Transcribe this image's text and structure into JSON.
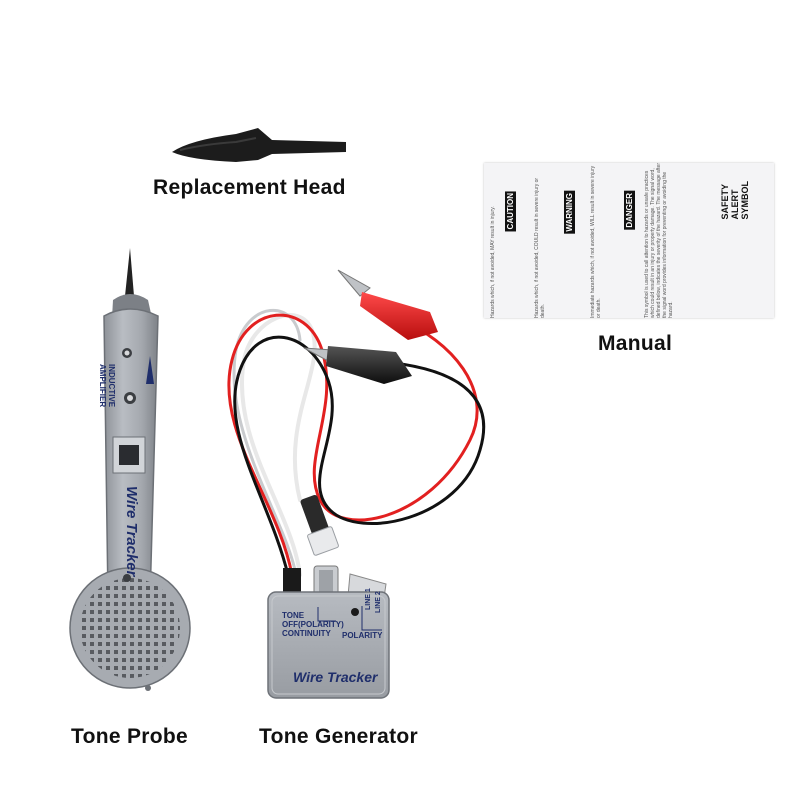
{
  "captions": {
    "replacement_head": "Replacement Head",
    "manual": "Manual",
    "tone_probe": "Tone Probe",
    "tone_generator": "Tone Generator"
  },
  "manual_sheet": {
    "symbol": "SAFETY\nALERT\nSYMBOL",
    "danger": "DANGER",
    "warning": "WARNING",
    "caution": "CAUTION",
    "intro_text": "This symbol is used to call attention to hazards or unsafe practices which could result in an injury or property damage. The signal word, defined below, indicates the severity of the hazard. The message after the signal word provides information for preventing or avoiding the hazard.",
    "danger_text": "Immediate hazards which, if not avoided, WILL result in severe injury or death.",
    "warning_text": "Hazards which, if not avoided, COULD result in severe injury or death.",
    "caution_text": "Hazards which, if not avoided, MAY result in injury."
  },
  "tone_probe": {
    "label_line1": "INDUCTIVE",
    "label_line2": "AMPLIFIER",
    "brand": "Wire Tracker"
  },
  "tone_generator": {
    "switch_tone": "TONE",
    "switch_off": "OFF(POLARITY)",
    "switch_continuity": "CONTINUITY",
    "line1": "LINE 1",
    "line2": "LINE 2",
    "polarity": "POLARITY",
    "brand": "Wire Tracker"
  },
  "colors": {
    "device_gray": "#a9adb3",
    "device_dark": "#8c9096",
    "label_blue": "#1f2e6b",
    "clip_red": "#e01e1e",
    "clip_black": "#1a1a1a"
  }
}
